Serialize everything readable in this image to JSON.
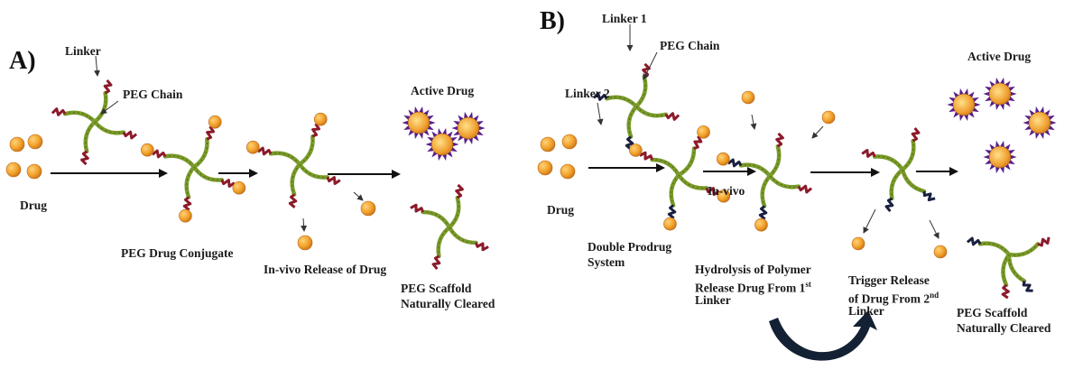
{
  "panel_a": {
    "letter": "A)",
    "labels": {
      "linker": "Linker",
      "peg_chain": "PEG Chain",
      "drug": "Drug",
      "conjugate": "PEG Drug Conjugate",
      "release": "In-vivo Release of Drug",
      "active_drug": "Active Drug",
      "scaffold_line1": "PEG Scaffold",
      "scaffold_line2": "Naturally Cleared"
    }
  },
  "panel_b": {
    "letter": "B)",
    "labels": {
      "linker1": "Linker 1",
      "peg_chain": "PEG Chain",
      "linker2": "Linker 2",
      "drug": "Drug",
      "in_vivo": "In-vivo",
      "double_line1": "Double Prodrug",
      "double_line2": "System",
      "hydrolysis_line1": "Hydrolysis of Polymer",
      "hydrolysis_line2_pre": "Release Drug From 1",
      "hydrolysis_line2_sup": "st",
      "hydrolysis_line3": "Linker",
      "trigger_line1": "Trigger Release",
      "trigger_line2_pre": "of Drug From 2",
      "trigger_line2_sup": "nd",
      "trigger_line3": "Linker",
      "active_drug": "Active Drug",
      "scaffold_line1": "PEG Scaffold",
      "scaffold_line2": "Naturally Cleared"
    }
  },
  "colors": {
    "drug_sphere": "#f2a22a",
    "peg_chain": "#7a9a2a",
    "linker_a": "#8b1a2a",
    "linker_b2": "#1a2040",
    "active_drug_body": "#f0a030",
    "active_drug_spikes": "#5a1e8a",
    "arrow": "#111111",
    "curved_arrow": "#142033"
  },
  "icons": [
    "drug-sphere-icon",
    "peg-scaffold-icon",
    "active-drug-icon",
    "process-arrow-icon",
    "curved-arrow-icon"
  ]
}
